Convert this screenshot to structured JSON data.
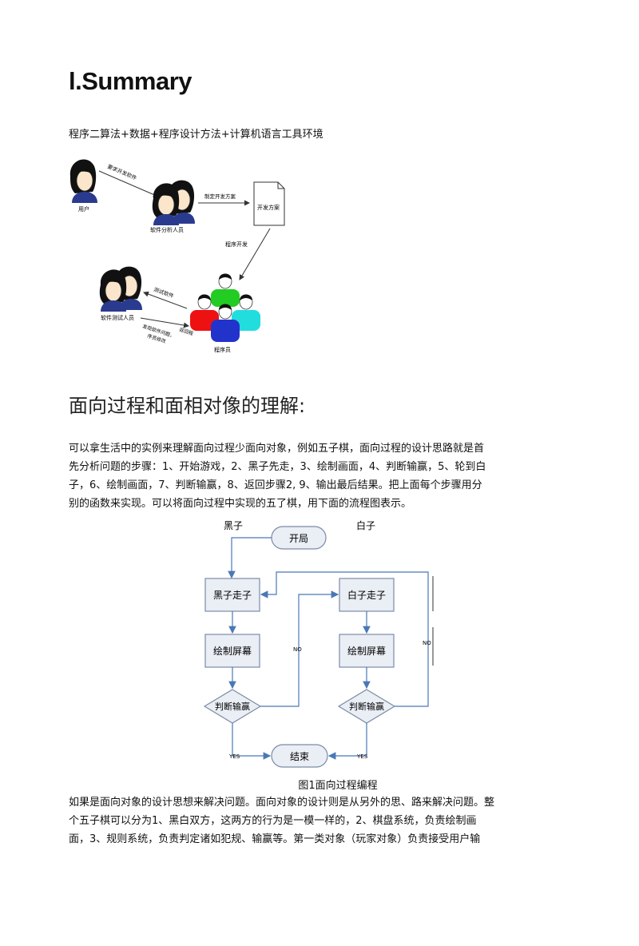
{
  "title": "l.Summary",
  "intro_line": "程序二算法+数据+程序设计方法+计算机语言工具环境",
  "diagram1": {
    "label_user": "用户",
    "arrow_require": "要求开发软件",
    "label_analyst": "软件分析人员",
    "arrow_plan": "制定开发方案",
    "doc_label": "开发方案",
    "arrow_dev": "程序开发",
    "label_tester": "软件测试人员",
    "arrow_test": "测试软件",
    "arrow_feedback": "发现软件问题，",
    "arrow_return": "返回程",
    "arrow_modify": "序员修改",
    "label_programmer": "程序员"
  },
  "heading2": "面向过程和面相对像的理解:",
  "para1": [
    "可以拿生活中的实例来理解面向过程少面向对象，例如五子棋，面向过程的设计思路就是首",
    "先分析问题的步骤：1、开始游戏，2、黑子先走，3、绘制画面，4、判断输赢，5、轮到白",
    "子，6、绘制画面，7、判断输赢，8、返回步骤2, 9、输出最后结果。把上面每个步骤用分",
    "别的函数来实现。可以将面向过程中实现的五了棋，用下面的流程图表示。"
  ],
  "flowchart": {
    "col_black": "黑子",
    "col_white": "白子",
    "start": "开局",
    "black_move": "黑子走子",
    "white_move": "白子走子",
    "draw_left": "绘制屏幕",
    "draw_right": "绘制屏幕",
    "judge_left": "判断输赢",
    "judge_right": "判断输赢",
    "end": "结束",
    "no_left": "NO",
    "no_right": "NO",
    "yes_left": "YES",
    "yes_right": "YES"
  },
  "figure_caption": "图1面向过程编程",
  "para2": [
    "如果是面向对象的设计思想来解决问题。面向对象的设计则是从另外的思、路来解决问题。整",
    "个五子棋可以分为1、黑白双方，这两方的行为是一模一样的，2、棋盘系统，负责绘制画",
    "面，3、规则系统，负责判定诸如犯规、输赢等。第一类对象（玩家对象）负责接受用户输"
  ],
  "colors": {
    "box_fill": "#eaeef5",
    "box_stroke": "#7b8ba6",
    "arrow": "#4a78b6",
    "prog_green": "#22cc22",
    "prog_red": "#ee1111",
    "prog_cyan": "#22dddd",
    "prog_blue": "#2233cc"
  }
}
